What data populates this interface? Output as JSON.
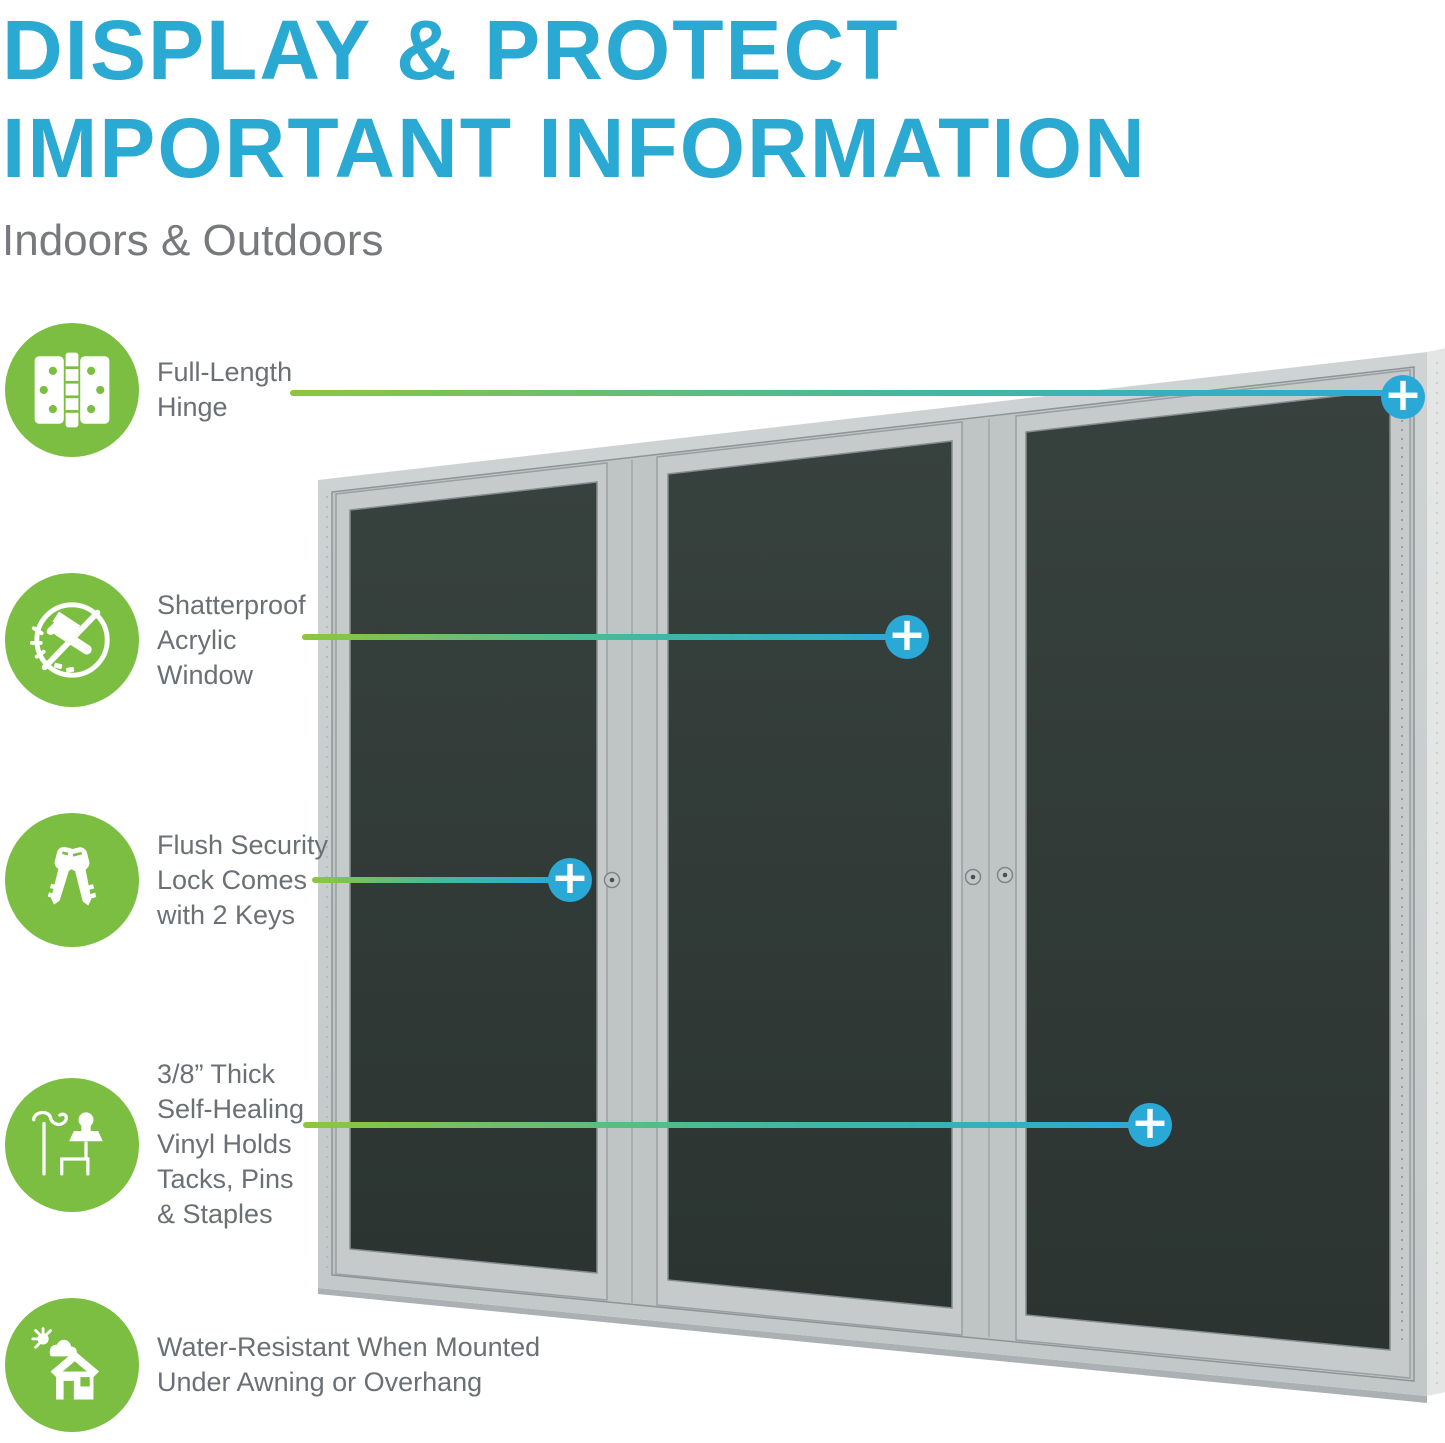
{
  "header": {
    "title_line1": "DISPLAY & PROTECT",
    "title_line2": "IMPORTANT INFORMATION",
    "subtitle": "Indoors & Outdoors",
    "title_color": "#2AA9D2",
    "subtitle_color": "#77797C"
  },
  "features": [
    {
      "icon": "hinge-icon",
      "label": "Full-Length\nHinge"
    },
    {
      "icon": "shatterproof-icon",
      "label": "Shatterproof\nAcrylic\nWindow"
    },
    {
      "icon": "security-lock-icon",
      "label": "Flush Security\nLock Comes\nwith 2 Keys"
    },
    {
      "icon": "vinyl-tack-icon",
      "label": "3/8” Thick\nSelf-Healing\nVinyl Holds\nTacks, Pins\n& Staples"
    },
    {
      "icon": "water-resistant-icon",
      "label": "Water-Resistant When Mounted\nUnder Awning or Overhang"
    }
  ],
  "callout": {
    "plus_symbol": "+",
    "line_gradient_start": "#8CC63F",
    "line_gradient_end": "#2BAAD6",
    "marker_color": "#2BA9D6"
  },
  "board": {
    "door_count": 3,
    "frame_color": "#C9CDCE",
    "panel_color": "#2F3936",
    "accent_green": "#7CBE42"
  }
}
